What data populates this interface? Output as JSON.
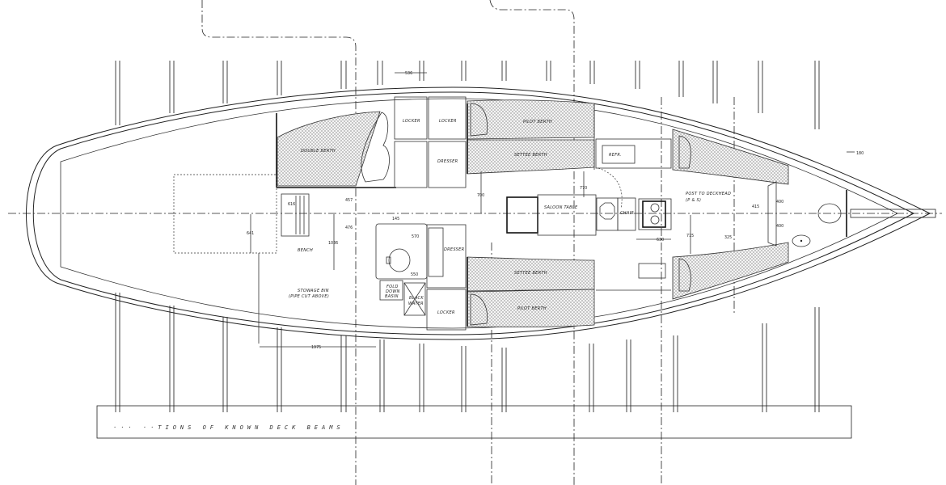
{
  "drawing": {
    "title_strip": "POSITIONS OF KNOWN DECK BEAMS",
    "title_strip_visible": "··· ··TIONS  OF  KNOWN  DECK  BEAMS"
  },
  "compartments": {
    "double_berth": "DOUBLE BERTH",
    "locker_fwd_1": "LOCKER",
    "locker_fwd_2": "LOCKER",
    "dresser_top": "DRESSER",
    "pilot_berth_top": "PILOT BERTH",
    "settee_berth_top": "SETTEE BERTH",
    "refr": "REFR.",
    "saloon_table": "SALOON TABLE",
    "chair": "CHAIR",
    "post_note_line1": "POST TO DECKHEAD",
    "post_note_line2": "(P & S)",
    "bench": "BENCH",
    "dresser_mid": "DRESSER",
    "settee_berth_bottom": "SETTEE BERTH",
    "pilot_berth_bottom": "PILOT BERTH",
    "locker_bottom": "LOCKER",
    "stowage_bin_line1": "STOWAGE BIN",
    "stowage_bin_line2": "(PIPE CUT ABOVE)",
    "fold_down_basin_line1": "FOLD",
    "fold_down_basin_line2": "DOWN",
    "fold_down_basin_line3": "BASIN",
    "black_water_line1": "BLACK",
    "black_water_line2": "WATER"
  },
  "dimensions": {
    "d536": "536",
    "d180": "180",
    "d700": "700",
    "d770": "770",
    "d630": "630",
    "d715": "715",
    "d325": "325",
    "d415": "415",
    "d400a": "400",
    "d400b": "400",
    "d616": "616",
    "d457": "457",
    "d476": "476",
    "d1036": "1036",
    "d641": "641",
    "d145": "145",
    "d570": "570",
    "d550": "550",
    "d1975": "1975"
  }
}
